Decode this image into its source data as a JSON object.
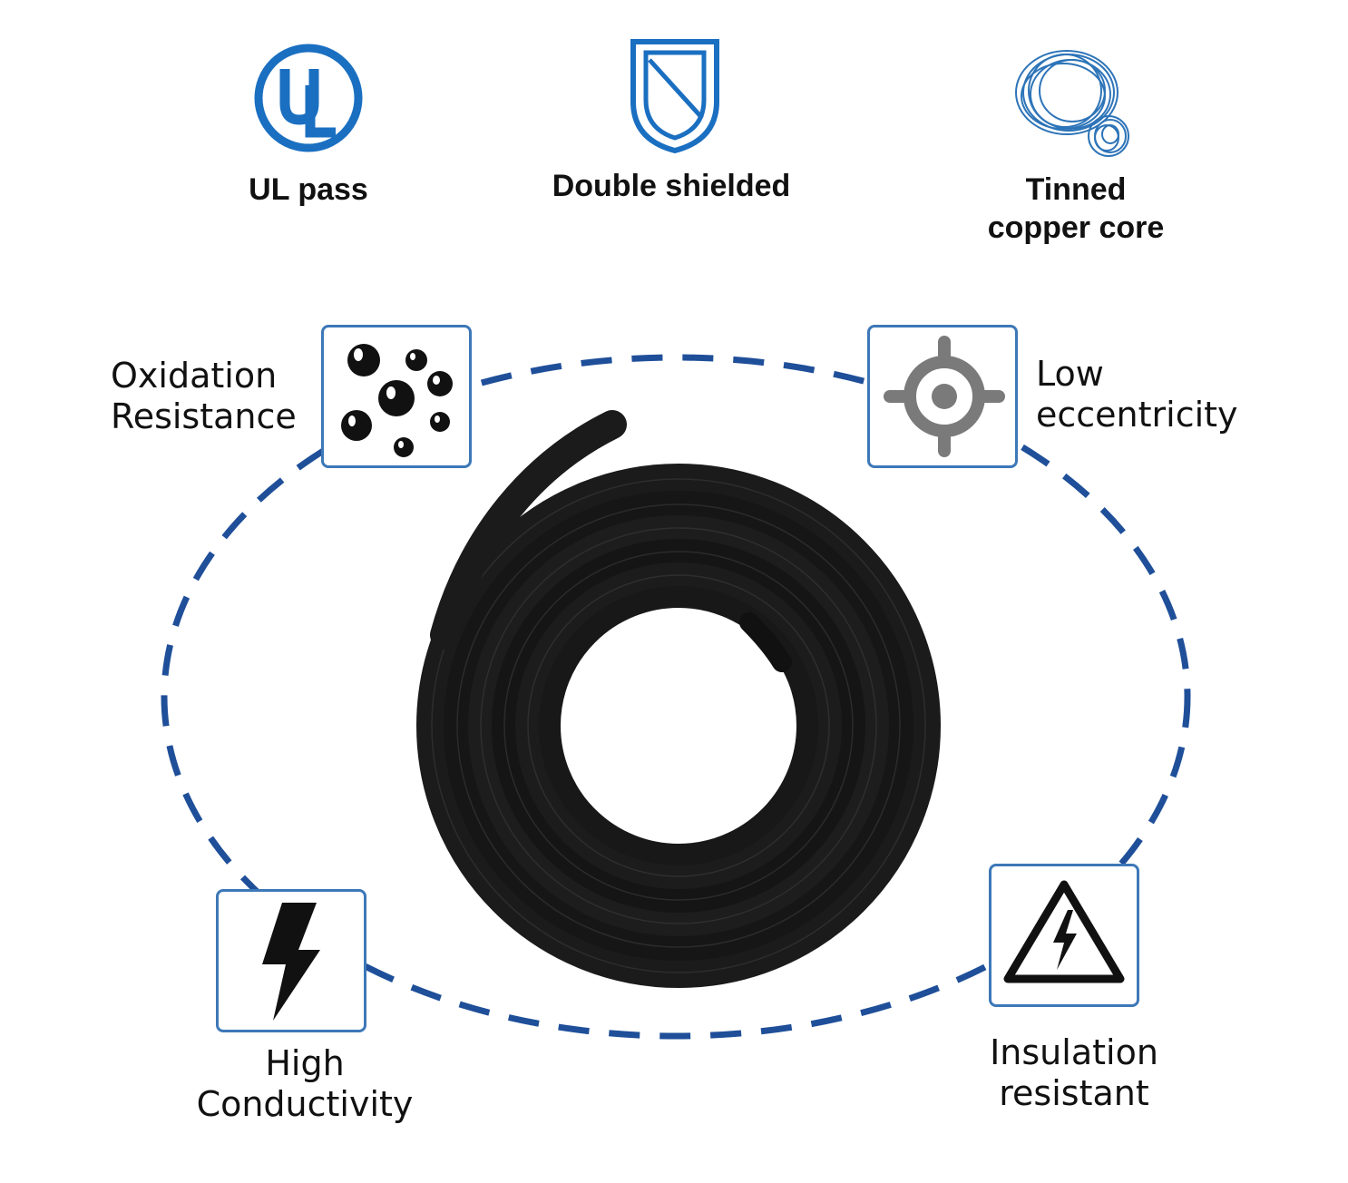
{
  "top_features": [
    {
      "label": "UL pass",
      "icon": "ul-logo-icon"
    },
    {
      "label": "Double shielded",
      "icon": "shield-icon"
    },
    {
      "label": "Tinned\ncopper core",
      "icon": "copper-coil-icon"
    }
  ],
  "ring_features": [
    {
      "label": "Oxidation\nResistance",
      "icon": "bubbles-icon"
    },
    {
      "label": "Low\neccentricity",
      "icon": "crosshair-icon"
    },
    {
      "label": "High\nConductivity",
      "icon": "lightning-bolt-icon"
    },
    {
      "label": "Insulation\nresistant",
      "icon": "high-voltage-warning-icon"
    }
  ],
  "colors": {
    "accent_blue": "#1f4f99",
    "ul_blue": "#1a6fc1",
    "box_border": "#3d78b8",
    "cable": "#1a1a1a",
    "crosshair_gray": "#7a7a7a"
  }
}
